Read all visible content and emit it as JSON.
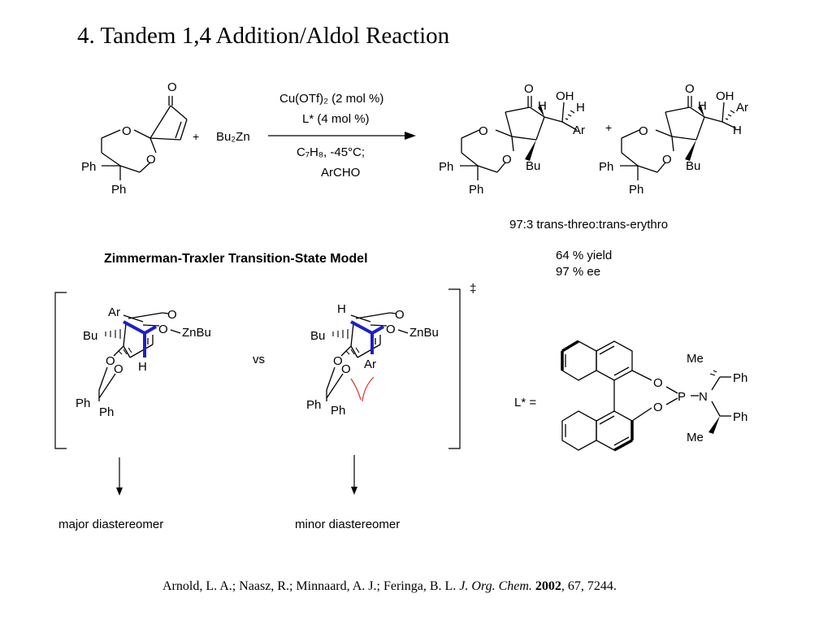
{
  "title": "4. Tandem 1,4 Addition/Aldol Reaction",
  "scheme": {
    "plus": "+",
    "reagent": "Bu₂Zn",
    "conditions_top": {
      "catalyst": "Cu(OTf)₂ (2 mol %)",
      "ligand": "L* (4 mol %)"
    },
    "conditions_bottom": {
      "solvent_temp": "C₇H₈, -45°C;",
      "electrophile": "ArCHO"
    },
    "atoms": {
      "o": "O",
      "ph": "Ph",
      "bu": "Bu",
      "oh": "OH",
      "h": "H",
      "ar": "Ar"
    }
  },
  "results": {
    "ratio": "97:3 trans-threo:trans-erythro",
    "yield": "64 % yield",
    "ee": "97 % ee"
  },
  "transition_state": {
    "heading": "Zimmerman-Traxler Transition-State Model",
    "vs": "vs",
    "dagger": "‡",
    "znbu": "ZnBu",
    "major_label": "major diastereomer",
    "minor_label": "minor diastereomer"
  },
  "ligand": {
    "label": "L* =",
    "p": "P",
    "n": "N",
    "me": "Me"
  },
  "reference": {
    "authors": "Arnold, L. A.; Naasz, R.; Minnaard, A. J.; Feringa, B. L.",
    "journal": "J. Org. Chem.",
    "year": "2002",
    "rest": ", 67, 7244."
  }
}
